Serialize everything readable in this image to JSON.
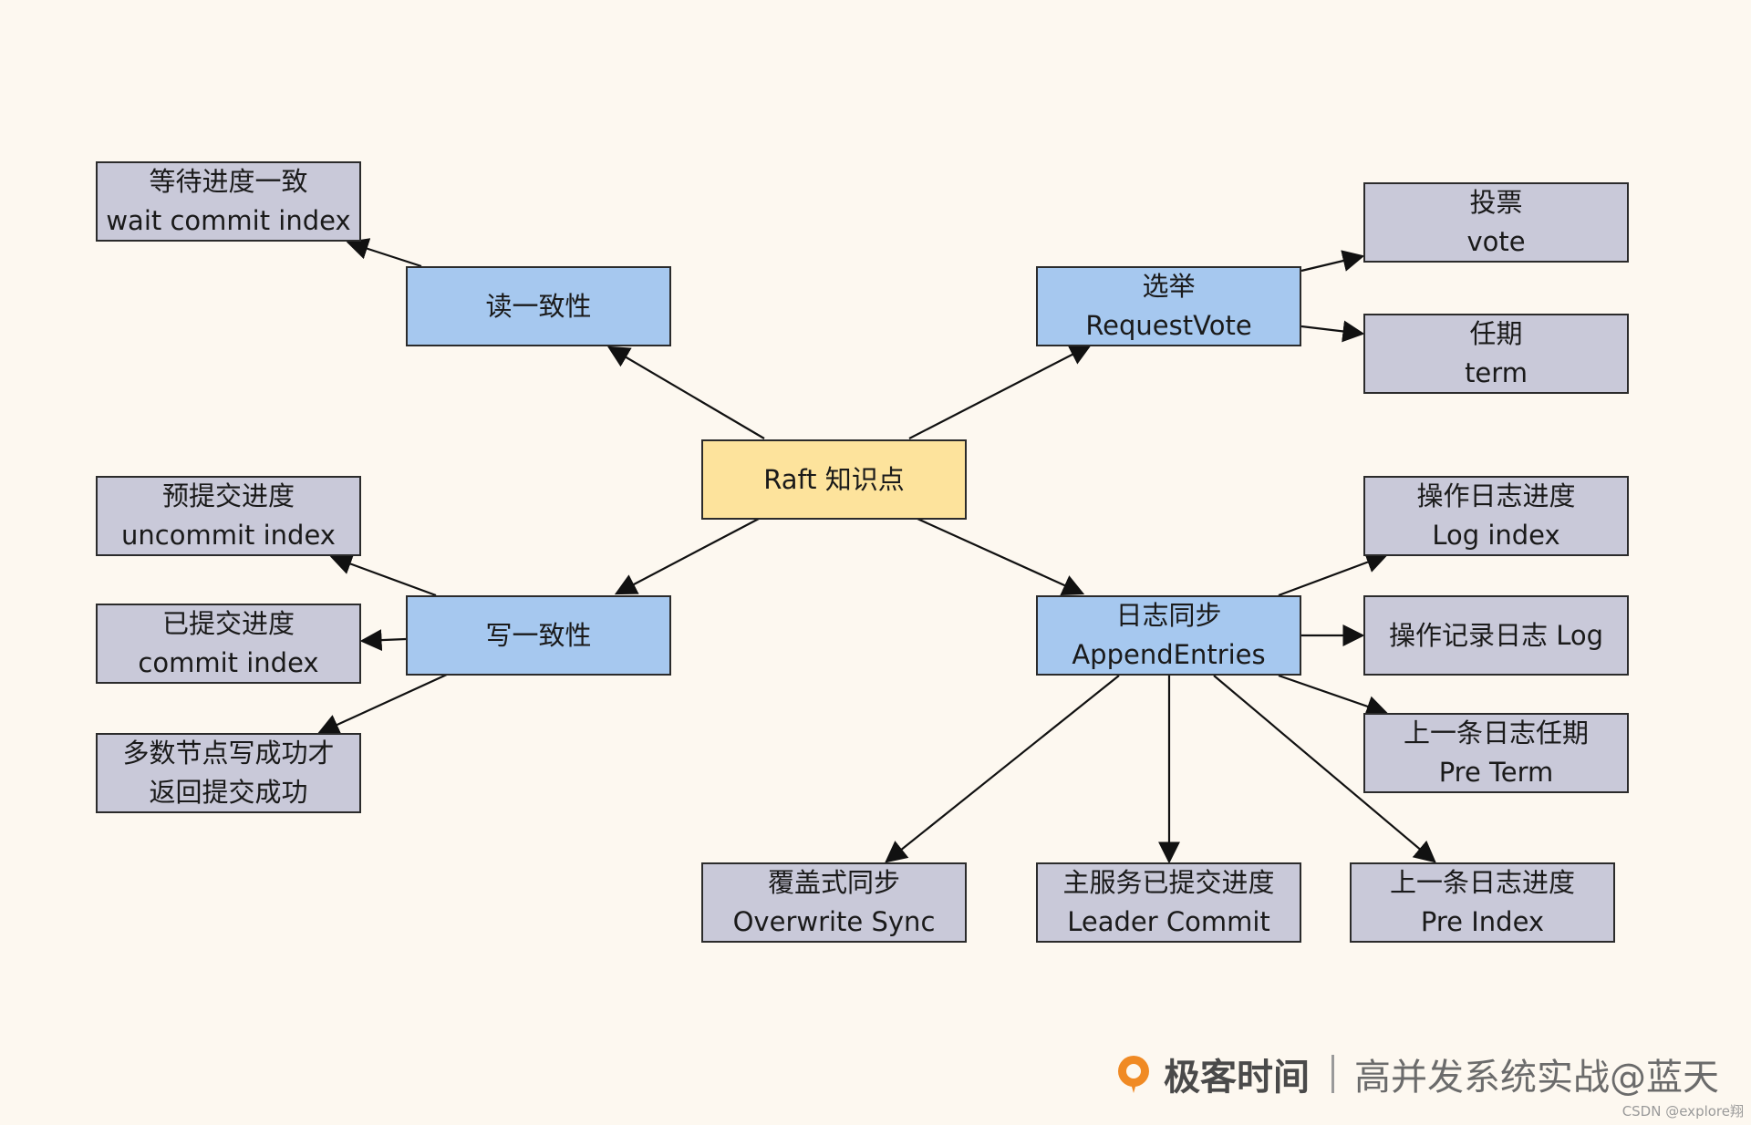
{
  "diagram": {
    "root": {
      "line1": "Raft 知识点"
    },
    "read_consistency": {
      "line1": "读一致性"
    },
    "wait_commit": {
      "line1": "等待进度一致",
      "line2": "wait commit index"
    },
    "write_consistency": {
      "line1": "写一致性"
    },
    "uncommit": {
      "line1": "预提交进度",
      "line2": "uncommit index"
    },
    "commit": {
      "line1": "已提交进度",
      "line2": "commit index"
    },
    "majority": {
      "line1": "多数节点写成功才",
      "line2": "返回提交成功"
    },
    "election": {
      "line1": "选举",
      "line2": "RequestVote"
    },
    "vote": {
      "line1": "投票",
      "line2": "vote"
    },
    "term": {
      "line1": "任期",
      "line2": "term"
    },
    "log_sync": {
      "line1": "日志同步",
      "line2": "AppendEntries"
    },
    "log_index": {
      "line1": "操作日志进度",
      "line2": "Log index"
    },
    "log_record": {
      "line1": "操作记录日志 Log"
    },
    "pre_term": {
      "line1": "上一条日志任期",
      "line2": "Pre Term"
    },
    "overwrite": {
      "line1": "覆盖式同步",
      "line2": "Overwrite Sync"
    },
    "leader_commit": {
      "line1": "主服务已提交进度",
      "line2": "Leader Commit"
    },
    "pre_index": {
      "line1": "上一条日志进度",
      "line2": "Pre Index"
    }
  },
  "footer": {
    "brand": "极客时间",
    "course": "高并发系统实战@蓝天"
  },
  "watermark": "CSDN @explore翔",
  "colors": {
    "leaf": "#c9c9d9",
    "mid": "#a6c8ef",
    "root": "#fde39c",
    "background": "#fdf8f0",
    "logo": "#f08a24"
  }
}
